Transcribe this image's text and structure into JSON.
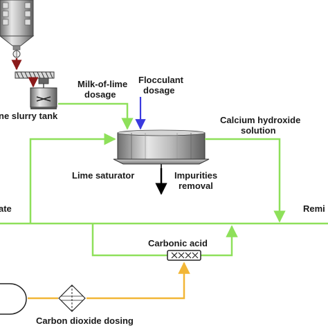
{
  "labels": {
    "slurry_tank": "ne slurry tank",
    "milk_of_lime_1": "Milk-of-lime",
    "milk_of_lime_2": "dosage",
    "flocculant_1": "Flocculant",
    "flocculant_2": "dosage",
    "calcium_1": "Calcium hydroxide",
    "calcium_2": "solution",
    "lime_saturator": "Lime saturator",
    "impurities_1": "Impurities",
    "impurities_2": "removal",
    "left_edge": "ate",
    "right_edge": "Remi",
    "carbonic_acid": "Carbonic acid",
    "co2_dosing": "Carbon dioxide dosing"
  },
  "colors": {
    "water_line": "#8ee05a",
    "co2_line": "#f2b636",
    "flocculant_line": "#3a3adf",
    "slurry_arrow": "#8b1a1a",
    "tank_metal": "#9a9a9a"
  }
}
